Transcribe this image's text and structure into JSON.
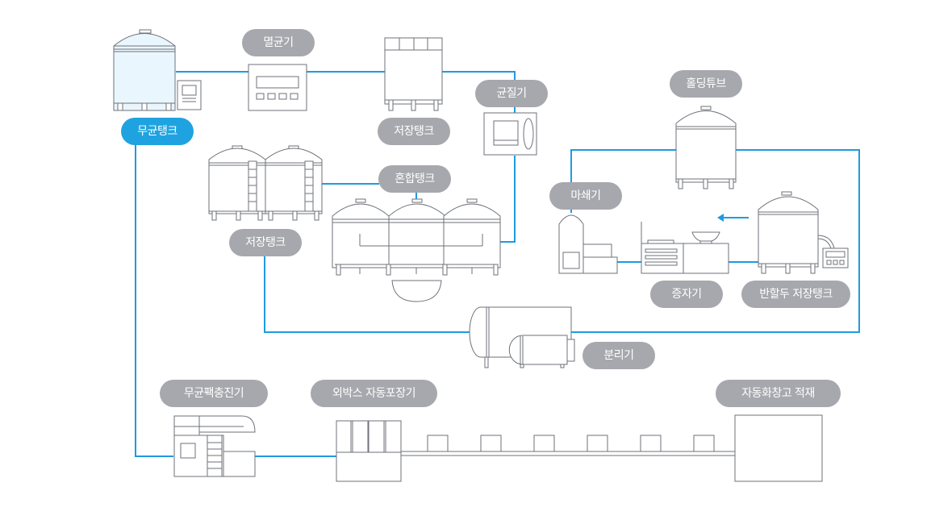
{
  "colors": {
    "pipe": "#1e9be0",
    "label_bg": "#a6a8ad",
    "label_active_bg": "#1fa3e0",
    "outline": "#6f7278",
    "label_text": "#ffffff"
  },
  "labels": {
    "sterilizer": "멸균기",
    "sterile_tank": "무균탱크",
    "storage_tank_top": "저장탱크",
    "homogenizer": "균질기",
    "holding_tube": "홀딩튜브",
    "mixing_tank": "혼합탱크",
    "storage_tank_left": "저장탱크",
    "grinder": "마쇄기",
    "steamer": "증자기",
    "soaked_bean_storage": "반할두 저장탱크",
    "separator": "분리기",
    "aseptic_filler": "무균팩충진기",
    "case_packer": "외박스 자동포장기",
    "warehouse": "자동화창고 적재"
  },
  "flow_arrow_icon": "left-arrow-icon"
}
